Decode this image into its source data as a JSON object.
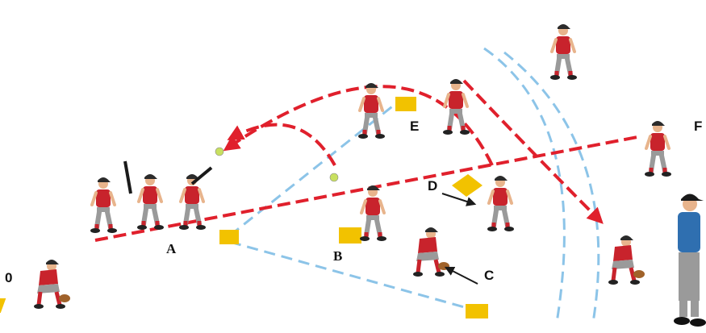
{
  "labels": {
    "zero": "0",
    "a": "A",
    "b": "B",
    "c": "C",
    "d": "D",
    "e": "E",
    "f": "F"
  },
  "colors": {
    "jersey": "#c8232c",
    "pants": "#9a9a9a",
    "cap": "#2b2b2b",
    "skin": "#e8b48c",
    "base": "#f2c200",
    "throw_line": "#e0202c",
    "run_path": "#8cc4e8",
    "coach_shirt": "#2f6fb0",
    "arrow": "#1a1a1a"
  }
}
